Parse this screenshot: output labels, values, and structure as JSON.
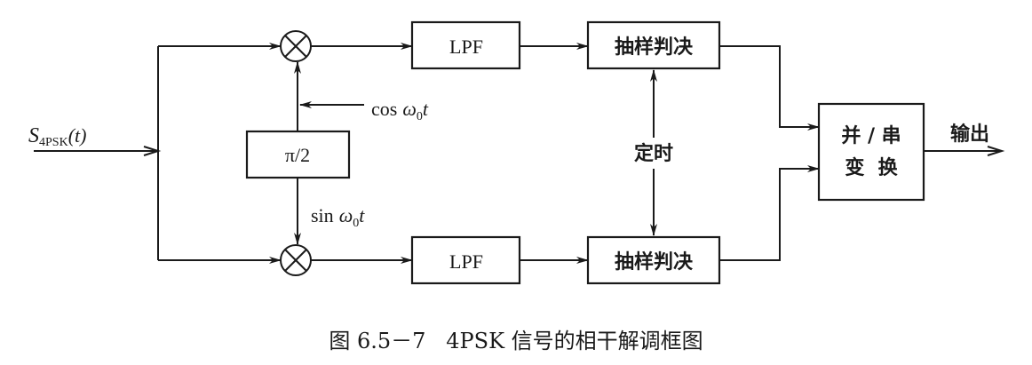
{
  "input_signal": {
    "main": "S",
    "sub": "4PSK",
    "arg": "(t)"
  },
  "phase_shift_label": "π/2",
  "lpf_upper_label": "LPF",
  "lpf_lower_label": "LPF",
  "sampler_upper_label": "抽样判决",
  "sampler_lower_label": "抽样判决",
  "timing_label": "定时",
  "converter_line1": "并 / 串",
  "converter_line2": "变  换",
  "output_label": "输出",
  "carrier_cos": {
    "fn": "cos",
    "omega": "ω",
    "sub": "0",
    "t": "t"
  },
  "carrier_sin": {
    "fn": "sin",
    "omega": "ω",
    "sub": "0",
    "t": "t"
  },
  "caption": "图 6.5－7   4PSK 信号的相干解调框图"
}
